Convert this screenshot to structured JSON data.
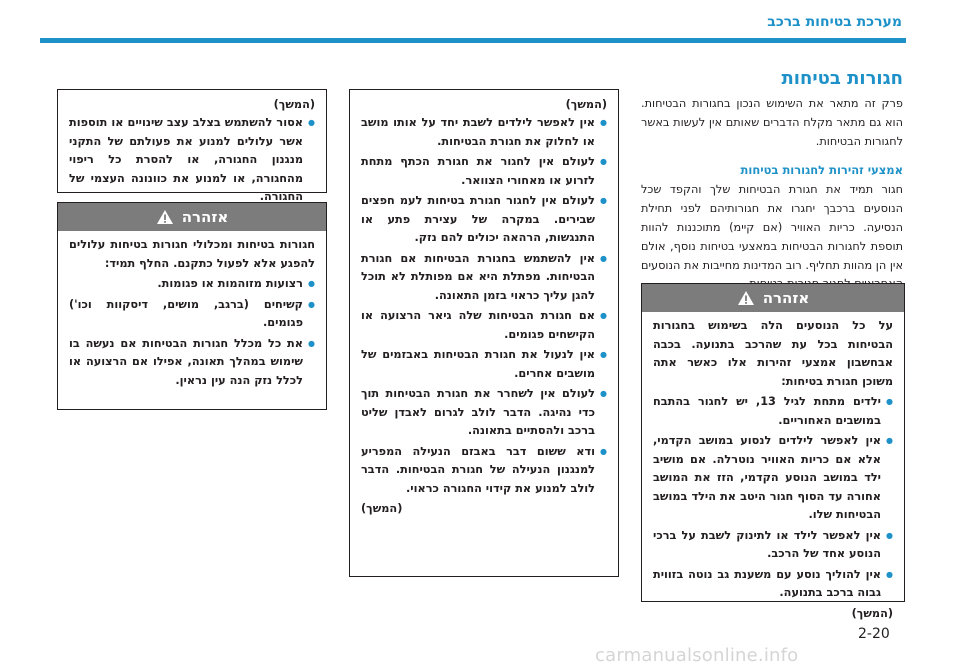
{
  "header": {
    "title": "מערכת בטיחות ברכב",
    "page_number": "2-20"
  },
  "watermark": "carmanualsonline.info",
  "col3": {
    "title": "חגורות בטיחות",
    "intro": "פרק זה מתאר את השימוש הנכון בחגורות הבטיחות. הוא גם מתאר מקלח הדברים שאותם אין לעשות באשר לחגורות הבטיחות.",
    "subhead": "אמצעי זהירות לחגורות בטיחות",
    "para": "חגור תמיד את חגורת הבטיחות שלך והקפד שכל הנוסעים ברכבך יחגרו את חגורותיהם לפני תחילת הנסיעה. כריות האוויר (אם קיימ) מתוכננות להוות תוספת לחגורות הבטיחות במאצעי בטיחות נוסף, אולם אין הן מהוות תחליף. רוב המדינות מחייבות את הנוסעים האחראיים לחגור חגורות בטיחות.",
    "warning_box": {
      "heading": "אזהרה",
      "items": [
        "על כל הנוסעים הלה בשימוש בחגורות הבטיחות בכל עת שהרכב בתנועה. בכבה אבחשבון אמצעי זהירות אלו כאשר אתה משוכן חגורת בטיחות:",
        "ילדים מתחת לגיל 13, יש לחגור בהתבח במושבים האחוריים.",
        "אין לאפשר לילדים לנסוע במושב הקדמי, אלא אם כריות האוויר נוטרלה. אם מושיב ילד במושב הנוסע הקדמי, הזז את המושב אחורה עד הסוף חגור היטב את הילד במושב הבטיחות שלו.",
        "אין לאפשר לילד או לתינוק לשבת על ברכי הנוסע אחד של הרכב.",
        "אין להוליך נוסע עם משענת גב נוטה בזווית גבוה ברכב בתנועה."
      ],
      "continued": "(המשך)"
    }
  },
  "col2": {
    "continued_top": "(המשך)",
    "items": [
      "אין לאפשר לילדים לשבת יחד על אותו מושב או לחלוק את חגורת הבטיחות.",
      "לעולם אין לחגור את חגורת הכתף מתחת לזרוע או מאחורי הצוואר.",
      "לעולם אין לחגור חגורת בטיחות לעמ חפצים שבירים. במקרה של עצירת פתע או התנגשות, הרהאה יכולים להם נזק.",
      "אין להשתמש בחגורת הבטיחות אם חגורת הבטיחות. מפתלת היא אם מפותלת לא תוכל להגן עליך כראוי בזמן התאונה.",
      "אם חגורת הבטיחות שלה גיאר הרצועה או הקישחים פגומים.",
      "אין לנעול את חגורת הבטיחות באבזמים של מושבים אחרים.",
      "לעולם אין לשחרר את חגורת הבטיחות תוך כדי נהיגה. הדבר לולב לגרום לאבדן שליט ברכב ולהסתיים בתאונה.",
      "ודא ששום דבר באבזם הנעילה המפריע למנגנון הנעילה של חגורת הבטיחות. הדבר לולב למנוע את קידוי החגורה כראוי."
    ],
    "continued_bottom": "(המשך)"
  },
  "col1": {
    "continued_top": "(המשך)",
    "item": "אסור להשתמש בצלב עצב שינויים או תוספות אשר עלולים למנוע את פעולתם של התקני מנגנון החגורה, או להסרת כל ריפוי מהחגורה, או למנוע את כוונונה העצמי של החגורה.",
    "warning_box": {
      "heading": "אזהרה",
      "intro": "חגורות בטיחות ומכלולי חגורות בטיחות עלולים להפגע אלא לפעול כתקנם. החלף תמיד:",
      "items": [
        "רצועות מזוהמות או פגומות.",
        "קשיחים (ברגב, מושים, דיסקוות וכו') פגומים.",
        "את כל מכלל חגורות הבטיחות אם נעשה בו שימוש במהלך תאונה, אפילו אם הרצועה או לכלל נזק הנה עין נראין."
      ]
    }
  }
}
